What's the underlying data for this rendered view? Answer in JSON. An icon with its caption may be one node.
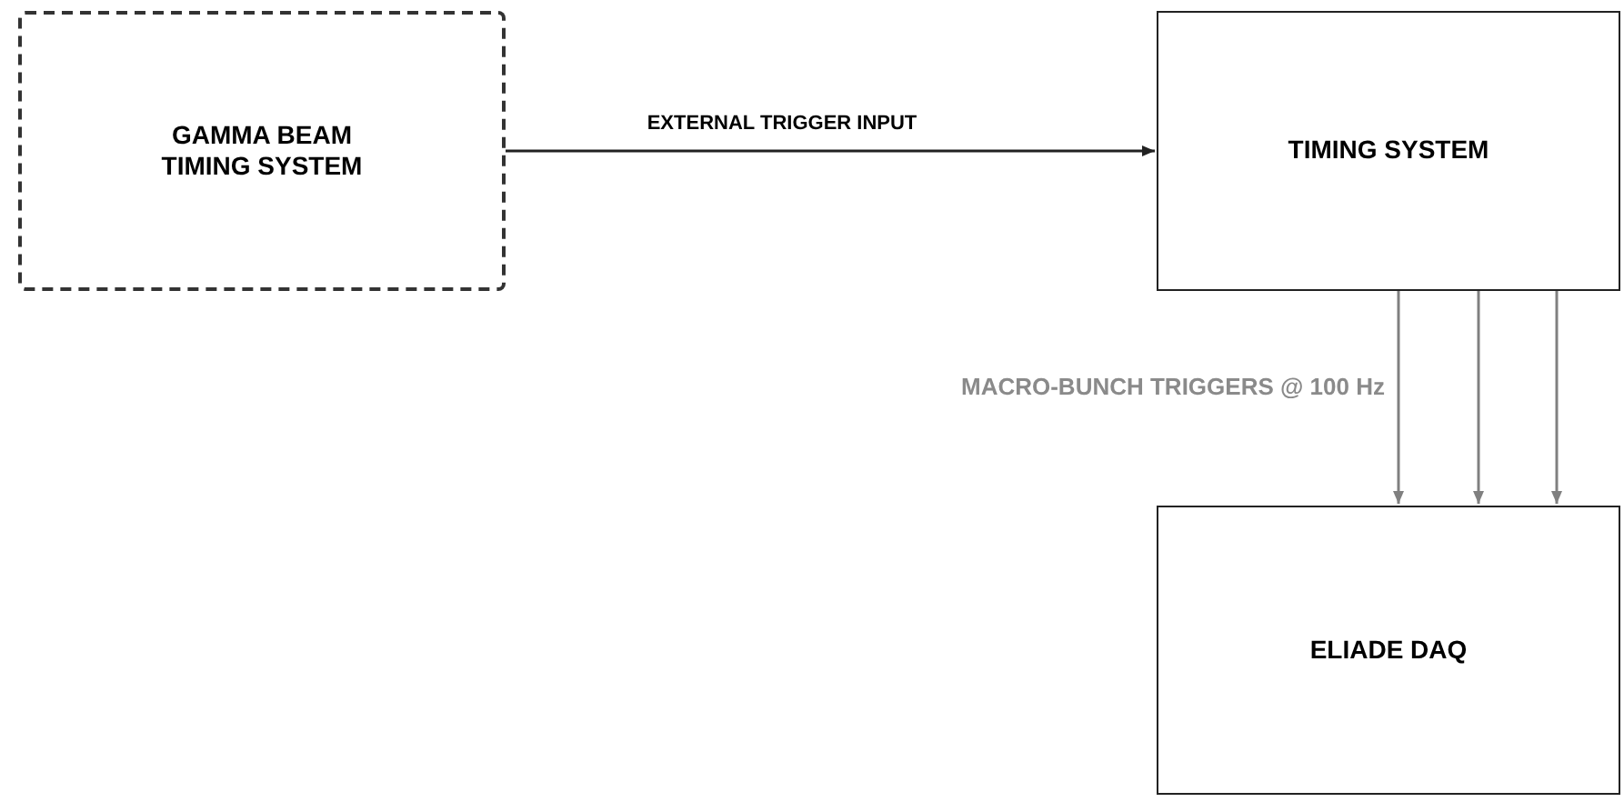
{
  "diagram": {
    "nodes": [
      {
        "text": [
          "GAMMA BEAM TIMING SYSTEM"
        ]
      },
      {
        "text": [
          "TIMING SYSTEM"
        ]
      },
      {
        "text": [
          "ELIADE DAQ"
        ]
      }
    ],
    "edges": [
      {
        "from": 0,
        "to": 1,
        "arrow": "to",
        "label": "EXTERNAL TRIGGER INPUT",
        "color": "#222222"
      },
      {
        "from": 1,
        "to": 2,
        "arrow": "to",
        "label": "MACRO-BUNCH TRIGGERS @ 100 Hz",
        "color": "#808080"
      },
      {
        "from": 1,
        "to": 2,
        "arrow": "to",
        "color": "#808080"
      },
      {
        "from": 1,
        "to": 2,
        "arrow": "to",
        "color": "#808080"
      }
    ]
  }
}
